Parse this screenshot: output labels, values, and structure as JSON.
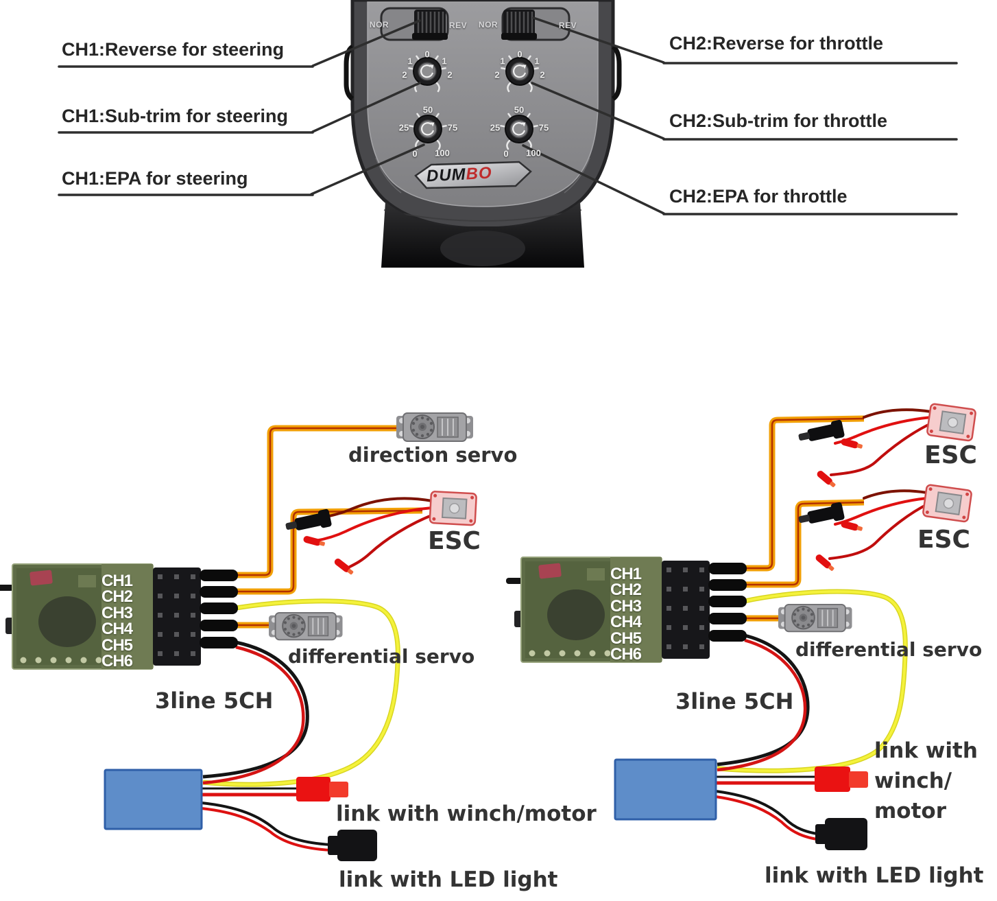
{
  "callouts": {
    "ch1_reverse": "CH1:Reverse for steering",
    "ch1_subtrim": "CH1:Sub-trim for steering",
    "ch1_epa": "CH1:EPA for steering",
    "ch2_reverse": "CH2:Reverse for throttle",
    "ch2_subtrim": "CH2:Sub-trim for throttle",
    "ch2_epa": "CH2:EPA for throttle"
  },
  "transmitter": {
    "brand_prefix": "DUM",
    "brand_suffix": "BO",
    "switch_labels": {
      "nor": "NOR",
      "rev": "REV"
    },
    "subtrim_scale": {
      "top": "0",
      "right_upper": "1",
      "right_lower": "2",
      "left_upper": "1",
      "left_lower": "2"
    },
    "epa_scale": {
      "top": "50",
      "left": "25",
      "right": "75",
      "bottom_left": "0",
      "bottom_right": "100"
    }
  },
  "left_diagram": {
    "channels": [
      "CH1",
      "CH2",
      "CH3",
      "CH4",
      "CH5",
      "CH6"
    ],
    "receiver_type": "3line 5CH",
    "direction_servo": "direction servo",
    "esc": "ESC",
    "differential_servo": "differential servo",
    "winch": "link with winch/motor",
    "led": "link with LED light"
  },
  "right_diagram": {
    "channels": [
      "CH1",
      "CH2",
      "CH3",
      "CH4",
      "CH5",
      "CH6"
    ],
    "receiver_type": "3line  5CH",
    "esc_top": "ESC",
    "esc_bottom": "ESC",
    "differential_servo": "differential servo",
    "winch_lines": [
      "link with",
      "winch/",
      "motor"
    ],
    "led": "link with LED light"
  },
  "colors": {
    "wire_orange": "#f2a007",
    "wire_core": "#b23000",
    "wire_yellow": "#f4f23c",
    "wire_red": "#dd1111",
    "wire_black": "#141414",
    "battery_blue": "#5e8dc9",
    "connector_red": "#ea1212",
    "connector_black": "#131315",
    "pcb_green": "#5e6c47",
    "brand_red": "#bf2b2b"
  }
}
